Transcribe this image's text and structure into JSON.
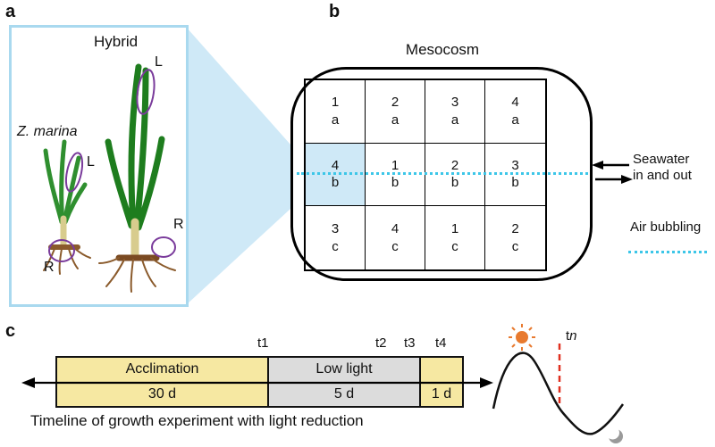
{
  "figure": {
    "panel_a_label": "a",
    "panel_b_label": "b",
    "panel_c_label": "c"
  },
  "panel_a": {
    "hybrid_label": "Hybrid",
    "species_label": "Z. marina",
    "leaf_tag_hybrid": "L",
    "leaf_tag_zmarina": "L",
    "root_tag_zmarina": "R",
    "root_tag_hybrid": "R"
  },
  "panel_b": {
    "title": "Mesocosm",
    "highlighted_cell": "4b",
    "rows": [
      {
        "cells": [
          {
            "n": "1",
            "s": "a"
          },
          {
            "n": "2",
            "s": "a"
          },
          {
            "n": "3",
            "s": "a"
          },
          {
            "n": "4",
            "s": "a"
          }
        ]
      },
      {
        "cells": [
          {
            "n": "4",
            "s": "b"
          },
          {
            "n": "1",
            "s": "b"
          },
          {
            "n": "2",
            "s": "b"
          },
          {
            "n": "3",
            "s": "b"
          }
        ]
      },
      {
        "cells": [
          {
            "n": "3",
            "s": "c"
          },
          {
            "n": "4",
            "s": "c"
          },
          {
            "n": "1",
            "s": "c"
          },
          {
            "n": "2",
            "s": "c"
          }
        ]
      }
    ],
    "seawater_line1": "Seawater",
    "seawater_line2": "in and out",
    "air_bubbling": "Air bubbling"
  },
  "panel_c": {
    "phases": [
      {
        "label": "Acclimation",
        "duration": "30 d"
      },
      {
        "label": "Low light",
        "duration": "5 d"
      },
      {
        "label": "",
        "duration": "1 d"
      }
    ],
    "time_points": [
      "t1",
      "t2",
      "t3",
      "t4"
    ],
    "caption": "Timeline of growth experiment with light reduction",
    "tn": {
      "t": "t",
      "n": "n"
    }
  },
  "colors": {
    "highlight_blue": "#cfe9f7",
    "box_border_blue": "#a9d9ef",
    "cyan_dotted": "#3cc6e8",
    "phase_yellow": "#f6e8a2",
    "phase_gray": "#dcdcdc",
    "circle_purple": "#7a3b9b",
    "sun_orange": "#e87a2f",
    "dash_red": "#e03020"
  }
}
